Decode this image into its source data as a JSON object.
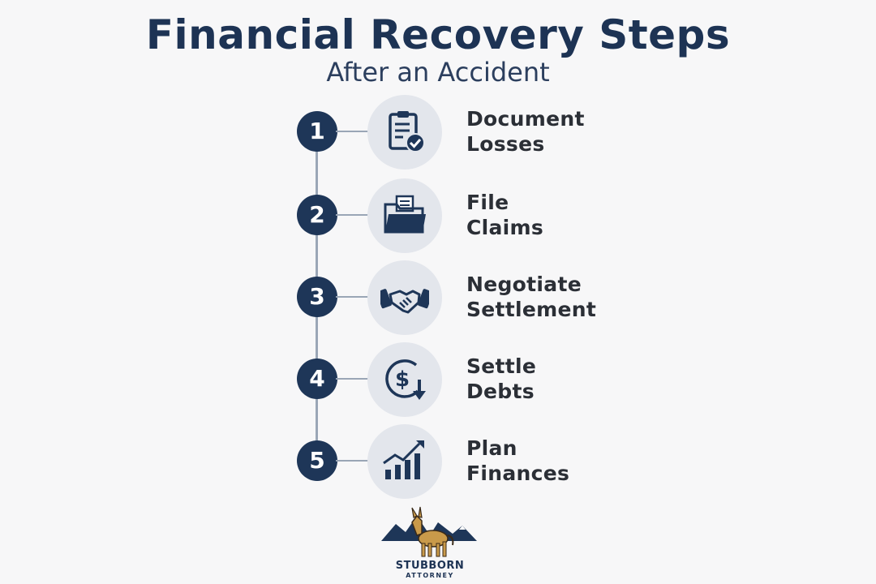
{
  "header": {
    "title": "Financial Recovery Steps",
    "subtitle": "After an Accident"
  },
  "steps": [
    {
      "number": "1",
      "line1": "Document",
      "line2": "Losses",
      "icon": "clipboard-check-icon"
    },
    {
      "number": "2",
      "line1": "File",
      "line2": "Claims",
      "icon": "folder-icon"
    },
    {
      "number": "3",
      "line1": "Negotiate",
      "line2": "Settlement",
      "icon": "handshake-icon"
    },
    {
      "number": "4",
      "line1": "Settle",
      "line2": "Debts",
      "icon": "dollar-down-icon"
    },
    {
      "number": "5",
      "line1": "Plan",
      "line2": "Finances",
      "icon": "growth-chart-icon"
    }
  ],
  "logo": {
    "brand": "STUBBORN",
    "sub": "ATTORNEY"
  },
  "colors": {
    "navy": "#1e3658",
    "icon_bg": "#e3e6ec",
    "connector": "#9aa6b6",
    "logo_gold": "#c99a4a"
  }
}
